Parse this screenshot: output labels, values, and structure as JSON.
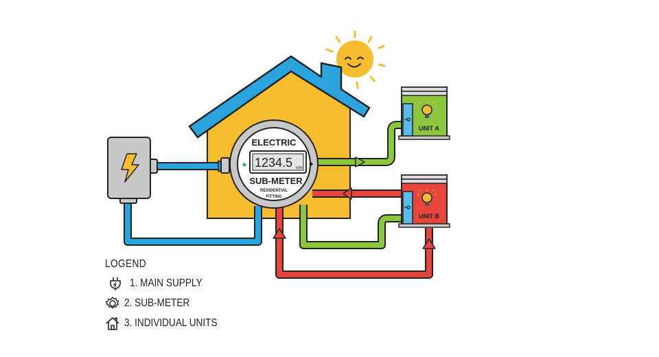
{
  "meter": {
    "title": "ELECTRIC",
    "reading": "1234.5",
    "unit": "kWh",
    "subtitle": "SUB-METER",
    "caption_line1": "RESIDENTIAL",
    "caption_line2": "FITTING"
  },
  "units": [
    {
      "label": "UNIT A",
      "color": "#8cc63f"
    },
    {
      "label": "UNIT B",
      "color": "#e8453c"
    }
  ],
  "legend": {
    "title": "LOGEND",
    "items": [
      {
        "icon": "plug-icon",
        "label": "1. MAIN SUPPLY"
      },
      {
        "icon": "gear-icon",
        "label": "2. SUB-METER"
      },
      {
        "icon": "house-icon",
        "label": "3. INDIVIDUAL UNITS"
      }
    ]
  },
  "colors": {
    "supply": "#2ba3dc",
    "house": "#f6bd2e",
    "roof": "#2ba3dc",
    "green": "#8cc63f",
    "red": "#e8453c"
  }
}
